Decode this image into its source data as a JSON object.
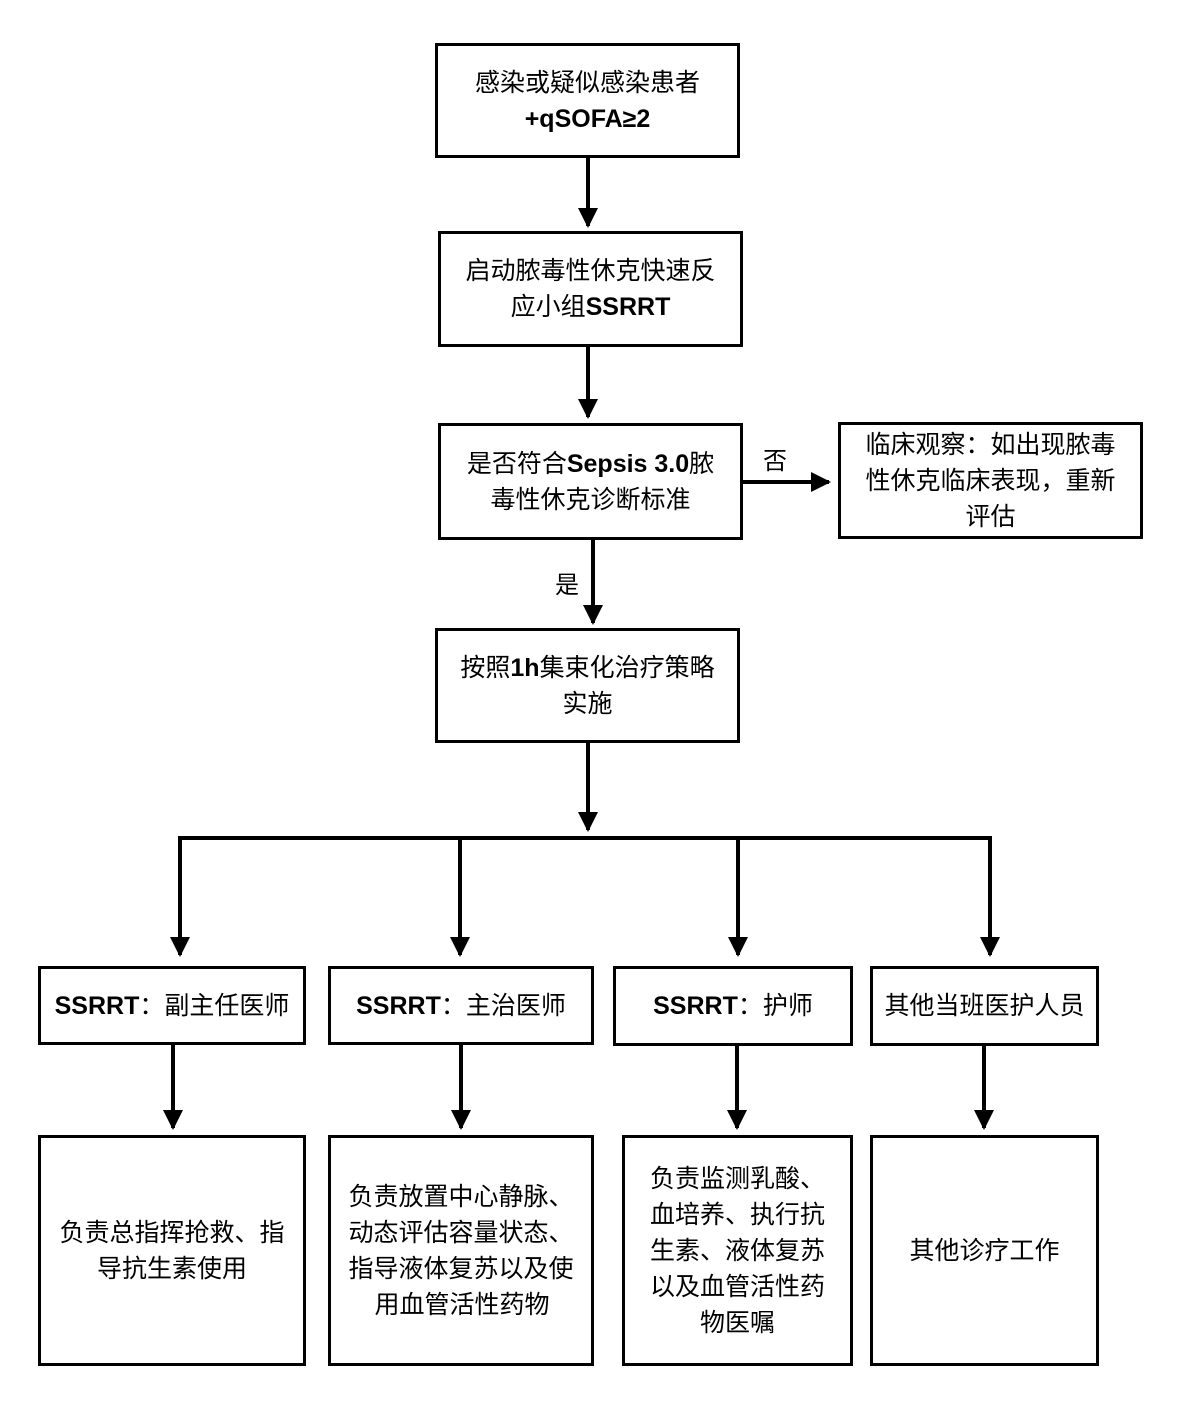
{
  "nodes": {
    "start": {
      "line1": "感染或疑似感染患者",
      "line2": "+qSOFA≥2"
    },
    "activate": {
      "line1": "启动脓毒性休克快速反",
      "line2_pre": "应小组",
      "line2_bold": "SSRRT"
    },
    "decision": {
      "pre": "是否符合",
      "bold": "Sepsis 3.0",
      "post": "脓",
      "line2": "毒性休克诊断标准"
    },
    "observe": {
      "line1": "临床观察：如出现脓毒",
      "line2": "性休克临床表现，重新",
      "line3": "评估"
    },
    "bundle": {
      "pre": "按照",
      "bold": "1h",
      "post": "集束化治疗策略",
      "line2": "实施"
    }
  },
  "edge_labels": {
    "no": "否",
    "yes": "是"
  },
  "roles": [
    {
      "bold": "SSRRT",
      "rest": "：副主任医师"
    },
    {
      "bold": "SSRRT",
      "rest": "：主治医师"
    },
    {
      "bold": "SSRRT",
      "rest": "：护师"
    },
    {
      "bold": "",
      "rest": "其他当班医护人员"
    }
  ],
  "duties": [
    {
      "lines": [
        "负责总指挥抢救、指",
        "导抗生素使用"
      ]
    },
    {
      "lines": [
        "负责放置中心静脉、",
        "动态评估容量状态、",
        "指导液体复苏以及使",
        "用血管活性药物"
      ]
    },
    {
      "lines": [
        "负责监测乳酸、",
        "血培养、执行抗",
        "生素、液体复苏",
        "以及血管活性药",
        "物医嘱"
      ]
    },
    {
      "lines": [
        "其他诊疗工作"
      ]
    }
  ]
}
